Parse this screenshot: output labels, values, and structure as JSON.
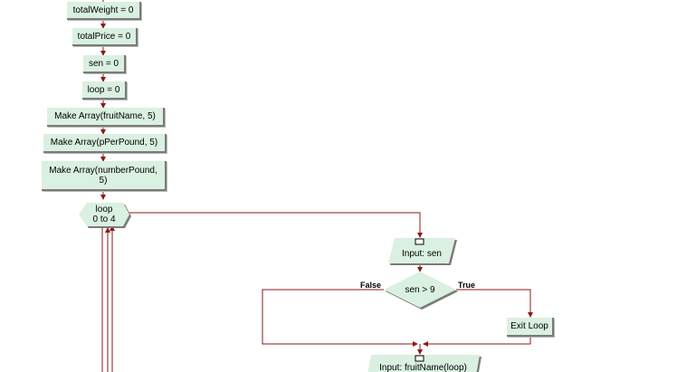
{
  "flowchart": {
    "statements": [
      {
        "id": "total-weight",
        "text": "totalWeight = 0"
      },
      {
        "id": "total-price",
        "text": "totalPrice = 0"
      },
      {
        "id": "sen",
        "text": "sen = 0"
      },
      {
        "id": "loop",
        "text": "loop = 0"
      },
      {
        "id": "make-array-fruit",
        "text": "Make Array(fruitName, 5)"
      },
      {
        "id": "make-array-pper",
        "text": "Make Array(pPerPound, 5)"
      },
      {
        "id": "make-array-number",
        "text": "Make Array(numberPound, 5)"
      }
    ],
    "loop_node": {
      "line1": "loop",
      "line2": "0 to 4"
    },
    "input_sen": "Input: sen",
    "decision": {
      "text": "sen > 9",
      "false_label": "False",
      "true_label": "True"
    },
    "exit_loop": "Exit Loop",
    "input_fruit": "Input: fruitName(loop)"
  },
  "colors": {
    "shape_fill": "#daf0e0",
    "shape_shadow": "#7a7a7a",
    "wire": "#8b1a1a"
  }
}
